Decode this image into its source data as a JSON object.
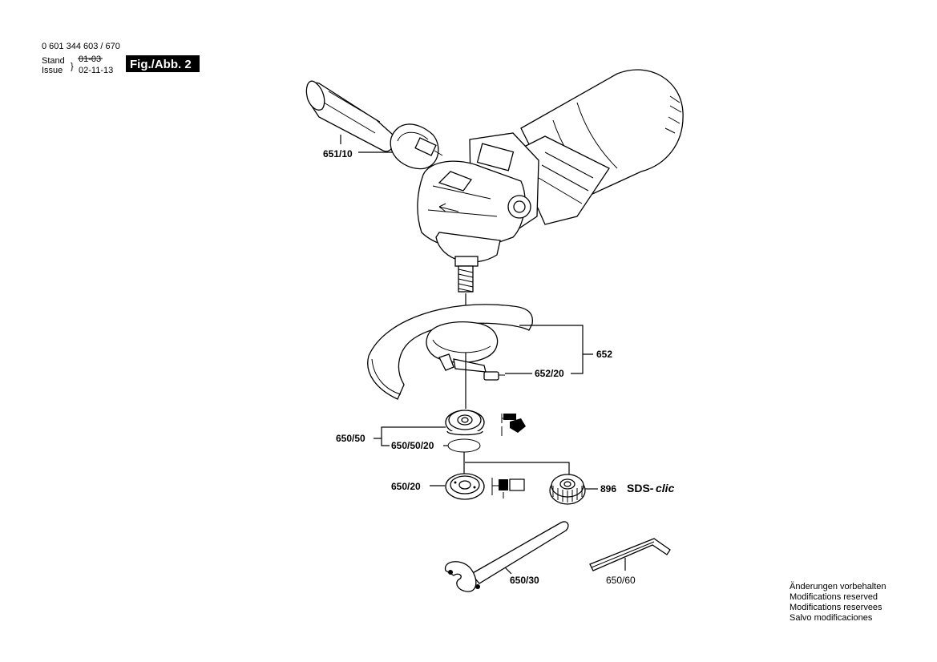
{
  "header": {
    "part_number": "0 601 344 603 / 670",
    "stand_label": "Stand",
    "issue_label": "Issue",
    "stand_date_struck": "01-03",
    "issue_date": "02-11-13",
    "figure_label": "Fig./Abb. 2"
  },
  "callouts": {
    "handle": "651/10",
    "guard": "652",
    "guard_screw": "652/20",
    "flange_nut": "650/50",
    "o_ring": "650/50/20",
    "inner_flange": "650/20",
    "quick_nut": "896",
    "sds_brand_prefix": "SDS-",
    "sds_brand_suffix": "clic",
    "spanner": "650/30",
    "hex_key": "650/60"
  },
  "footer_notes": [
    "Änderungen vorbehalten",
    "Modifications reserved",
    "Modifications reservees",
    "Salvo modificaciones"
  ]
}
